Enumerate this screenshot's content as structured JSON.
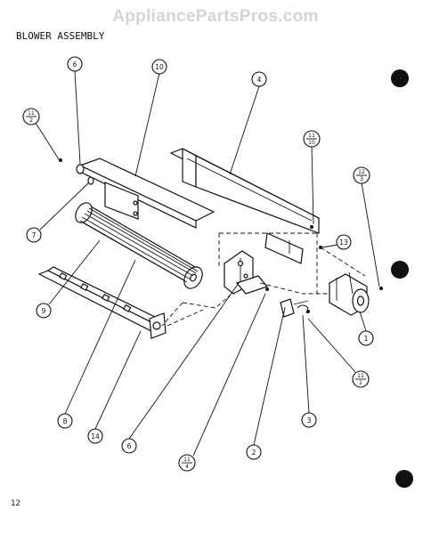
{
  "watermark": "AppliancePartsPros.com",
  "title": "BLOWER ASSEMBLY",
  "page_number": "12",
  "callouts": {
    "c6": "6",
    "c10": "10",
    "c4": "4",
    "c11_top": "11",
    "c11_top_sub": "2",
    "c11_r_top": "11",
    "c11_r_sub": "10",
    "c12": "12",
    "c12_sub": "3",
    "c13": "13",
    "c7": "7",
    "c9": "9",
    "c1": "1",
    "c11_b": "11",
    "c11_b_sub": "2",
    "c3": "3",
    "c8": "8",
    "c14": "14",
    "c6b": "6",
    "c2": "2",
    "c11_bot": "11",
    "c11_bot_sub": "4"
  }
}
